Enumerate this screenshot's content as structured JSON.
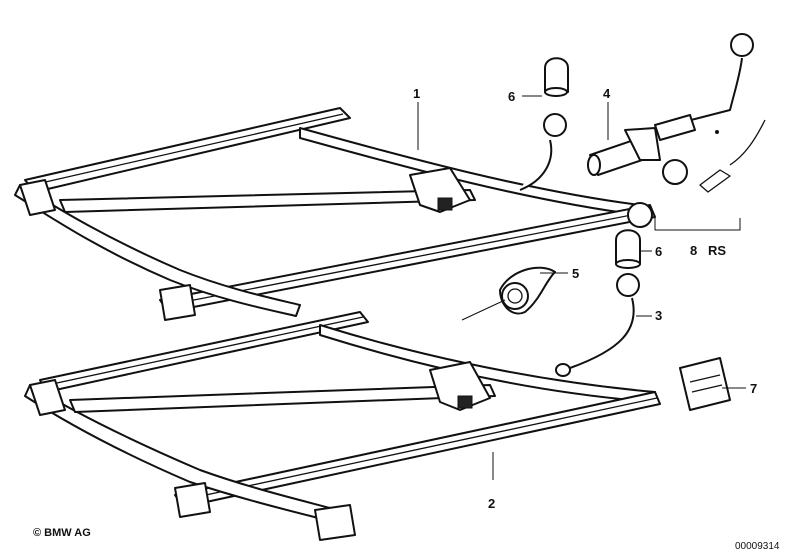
{
  "callouts": [
    {
      "id": "1",
      "label": "1"
    },
    {
      "id": "2",
      "label": "2"
    },
    {
      "id": "3",
      "label": "3"
    },
    {
      "id": "4",
      "label": "4"
    },
    {
      "id": "5",
      "label": "5"
    },
    {
      "id": "6a",
      "label": "6"
    },
    {
      "id": "6b",
      "label": "6"
    },
    {
      "id": "7",
      "label": "7"
    },
    {
      "id": "8",
      "label": "8"
    },
    {
      "id": "rs",
      "label": "RS"
    }
  ],
  "footer": {
    "copyright": "© BMW AG",
    "doc_number": "00009314"
  }
}
